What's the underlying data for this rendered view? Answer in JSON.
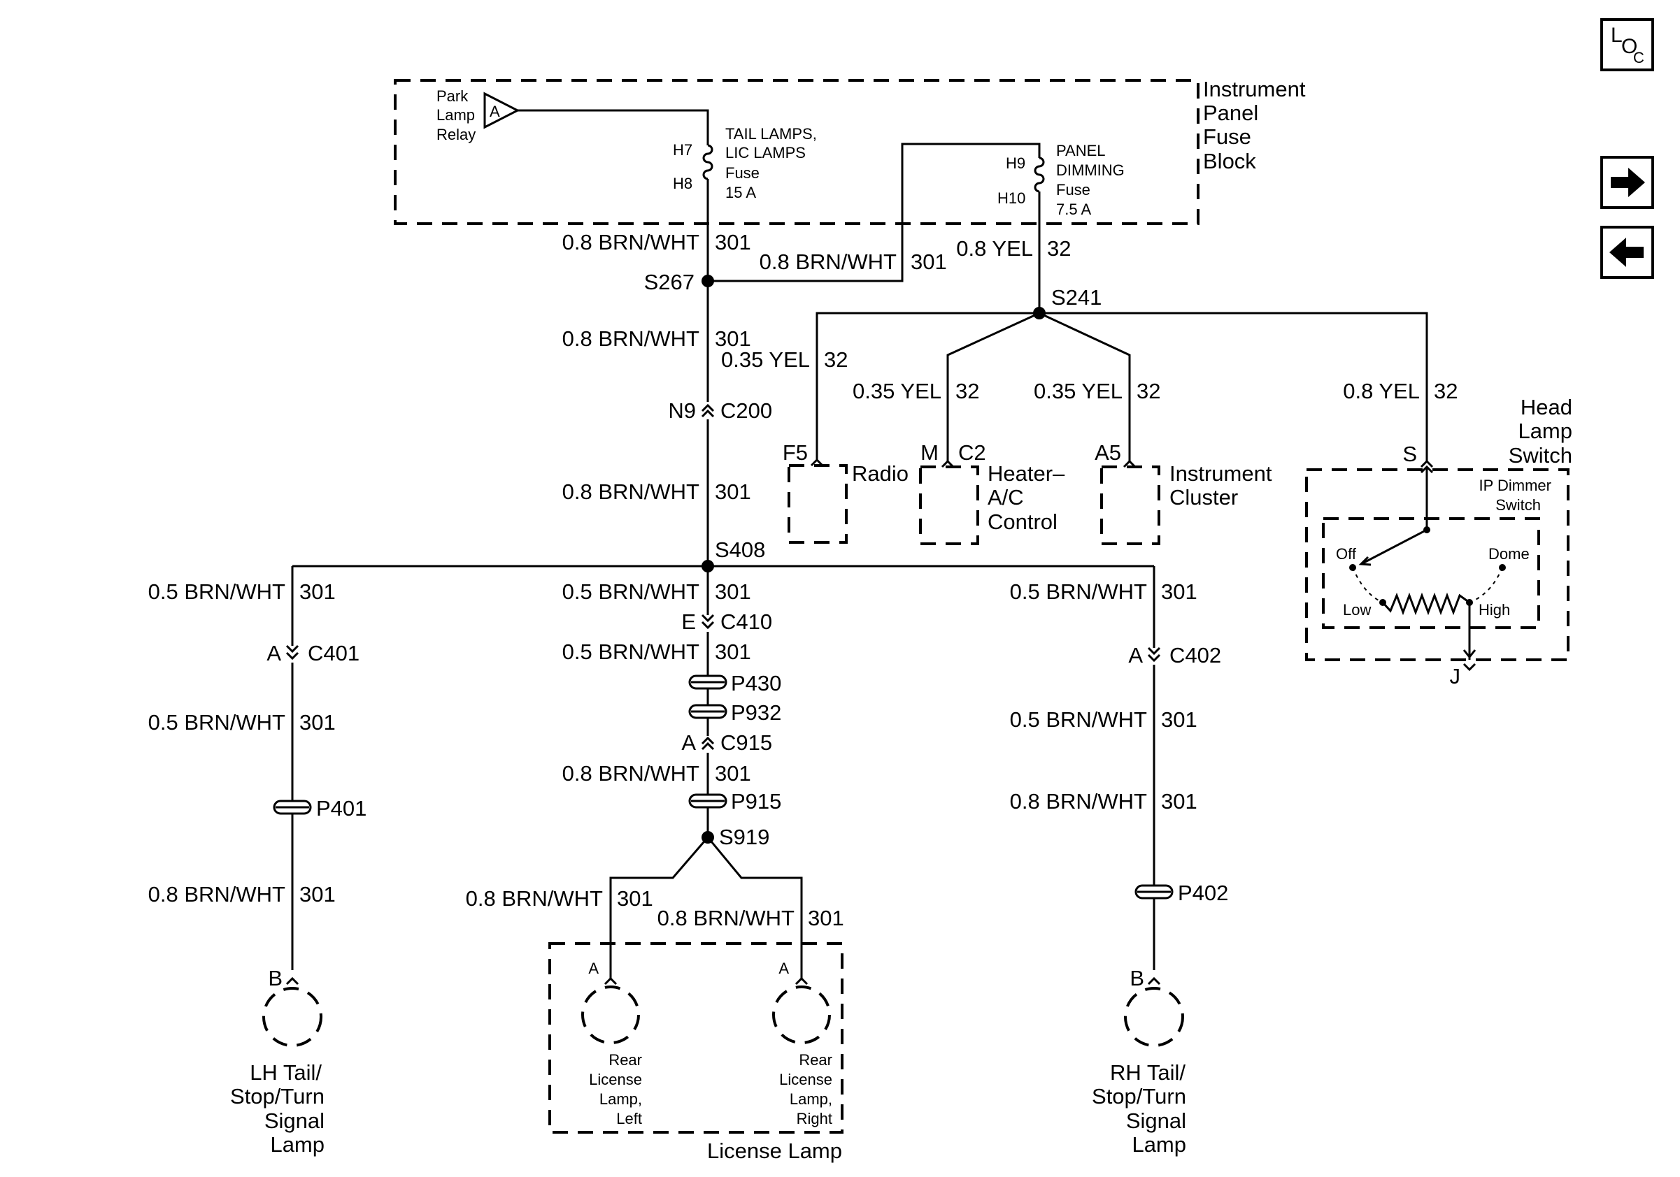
{
  "nav": {
    "loc_l": "L",
    "loc_o": "O",
    "loc_c": "C"
  },
  "fuse_block": {
    "title": [
      "Instrument",
      "Panel",
      "Fuse",
      "Block"
    ],
    "relay": [
      "Park",
      "Lamp",
      "Relay"
    ],
    "relay_pin": "A",
    "fuse1": {
      "pin_top": "H7",
      "pin_bottom": "H8",
      "label": [
        "TAIL LAMPS,",
        "LIC LAMPS",
        "Fuse",
        "15 A"
      ]
    },
    "fuse2": {
      "pin_top": "H9",
      "pin_bottom": "H10",
      "label": [
        "PANEL",
        "DIMMING",
        "Fuse",
        "7.5 A"
      ]
    }
  },
  "wires": {
    "brn08": "0.8 BRN/WHT",
    "brn05": "0.5 BRN/WHT",
    "c301": "301",
    "yel08": "0.8 YEL",
    "yel035": "0.35 YEL",
    "c32": "32"
  },
  "splices": {
    "s267": "S267",
    "s241": "S241",
    "s408": "S408",
    "s919": "S919"
  },
  "connectors": {
    "n9": "N9",
    "c200": "C200",
    "e": "E",
    "c410": "C410",
    "a401": "A",
    "c401": "C401",
    "a402": "A",
    "c402": "C402",
    "a915": "A",
    "c915": "C915",
    "p430": "P430",
    "p932": "P932",
    "p915": "P915",
    "p401": "P401",
    "p402": "P402"
  },
  "components": {
    "radio": {
      "pin": "F5",
      "label": "Radio"
    },
    "hvac": {
      "pin": "M",
      "conn": "C2",
      "label": [
        "Heater–",
        "A/C",
        "Control"
      ]
    },
    "cluster": {
      "pin": "A5",
      "label": [
        "Instrument",
        "Cluster"
      ]
    },
    "headlamp": {
      "title": [
        "Head",
        "Lamp",
        "Switch"
      ],
      "pin_s": "S",
      "pin_j": "J",
      "dimmer": [
        "IP Dimmer",
        "Switch"
      ],
      "off": "Off",
      "dome": "Dome",
      "low": "Low",
      "high": "High"
    },
    "lh_lamp": {
      "pin": "B",
      "label": [
        "LH Tail/",
        "Stop/Turn",
        "Signal",
        "Lamp"
      ]
    },
    "rh_lamp": {
      "pin": "B",
      "label": [
        "RH Tail/",
        "Stop/Turn",
        "Signal",
        "Lamp"
      ]
    },
    "license": {
      "label": "License Lamp",
      "left_pin": "A",
      "right_pin": "A",
      "left": [
        "Rear",
        "License",
        "Lamp,",
        "Left"
      ],
      "right": [
        "Rear",
        "License",
        "Lamp,",
        "Right"
      ]
    }
  }
}
